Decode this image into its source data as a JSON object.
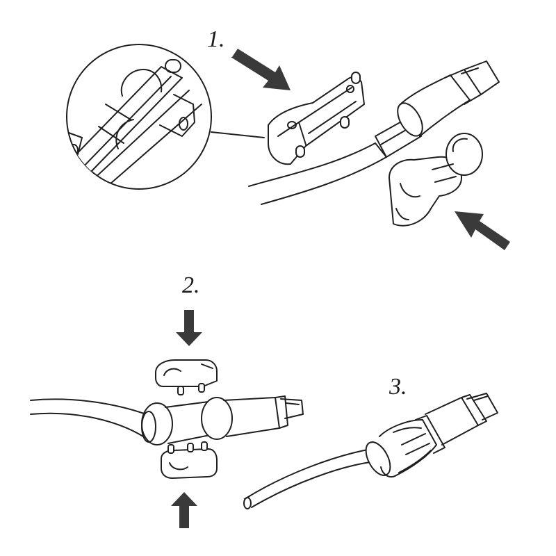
{
  "steps": [
    {
      "label": "1."
    },
    {
      "label": "2."
    },
    {
      "label": "3."
    }
  ],
  "colors": {
    "ink": "#1f1f1f",
    "arrow": "#3a3a3a",
    "paper": "#ffffff"
  }
}
